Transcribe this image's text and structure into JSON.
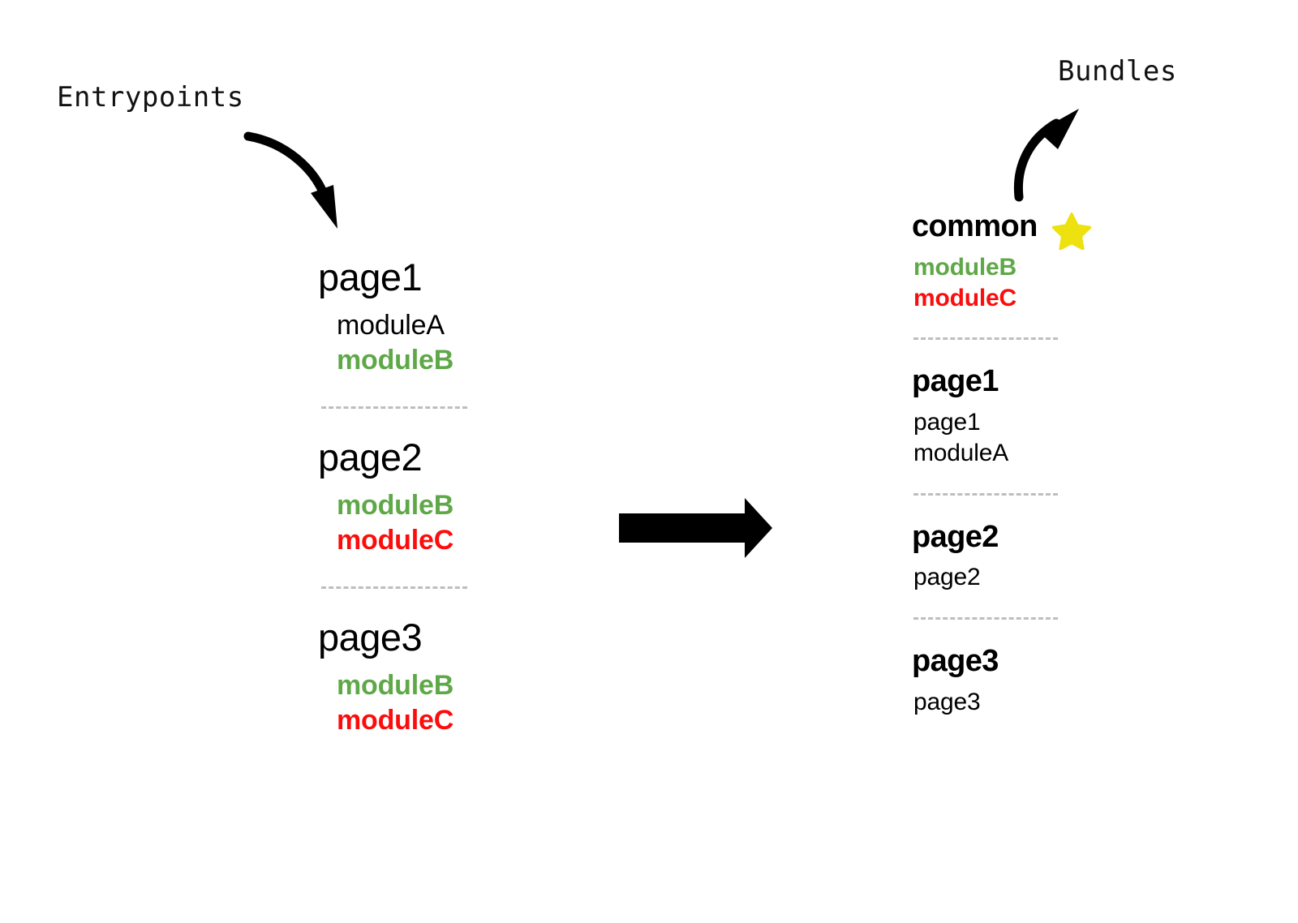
{
  "diagram": {
    "title_left": "Entrypoints",
    "title_right": "Bundles",
    "colors": {
      "green": "#5FA848",
      "red": "#FC0D0D",
      "star_yellow": "#EDE10F",
      "separator_gray": "#BEBEBE",
      "text_black": "#000000",
      "background": "#FFFFFF"
    }
  },
  "entrypoints": {
    "caption": "Entrypoints",
    "groups": [
      {
        "title": "page1",
        "modules": [
          {
            "label": "moduleA",
            "style": "plain"
          },
          {
            "label": "moduleB",
            "style": "green"
          }
        ]
      },
      {
        "title": "page2",
        "modules": [
          {
            "label": "moduleB",
            "style": "green"
          },
          {
            "label": "moduleC",
            "style": "red"
          }
        ]
      },
      {
        "title": "page3",
        "modules": [
          {
            "label": "moduleB",
            "style": "green"
          },
          {
            "label": "moduleC",
            "style": "red"
          }
        ]
      }
    ]
  },
  "bundles": {
    "caption": "Bundles",
    "groups": [
      {
        "title": "common",
        "starred": true,
        "modules": [
          {
            "label": "moduleB",
            "style": "green"
          },
          {
            "label": "moduleC",
            "style": "red"
          }
        ]
      },
      {
        "title": "page1",
        "starred": false,
        "modules": [
          {
            "label": "page1",
            "style": "plain"
          },
          {
            "label": "moduleA",
            "style": "plain"
          }
        ]
      },
      {
        "title": "page2",
        "starred": false,
        "modules": [
          {
            "label": "page2",
            "style": "plain"
          }
        ]
      },
      {
        "title": "page3",
        "starred": false,
        "modules": [
          {
            "label": "page3",
            "style": "plain"
          }
        ]
      }
    ]
  },
  "icons": {
    "star": "star-icon",
    "arrow_entrypoints": "curved-arrow-down-right-icon",
    "arrow_bundles": "curved-arrow-up-right-icon",
    "arrow_transform": "block-arrow-right-icon"
  }
}
